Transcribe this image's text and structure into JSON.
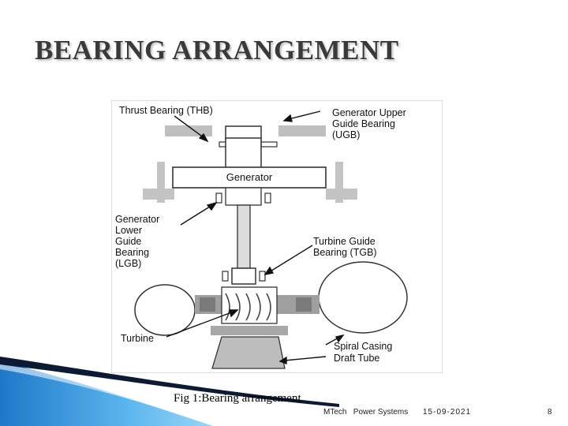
{
  "slide": {
    "title": "BEARING ARRANGEMENT"
  },
  "figure": {
    "labels": {
      "thrust_bearing": "Thrust Bearing (THB)",
      "ugb_line1": "Generator Upper",
      "ugb_line2": "Guide Bearing",
      "ugb_line3": "(UGB)",
      "generator": "Generator",
      "lgb_line1": "Generator",
      "lgb_line2": "Lower",
      "lgb_line3": "Guide",
      "lgb_line4": "Bearing",
      "lgb_line5": "(LGB)",
      "tgb_line1": "Turbine Guide",
      "tgb_line2": "Bearing (TGB)",
      "turbine": "Turbine",
      "spiral_casing": "Spiral Casing",
      "draft_tube": "Draft Tube"
    },
    "caption": "Fig 1:Bearing arrangement"
  },
  "footer": {
    "course": "MTech   Power Systems",
    "date": "15-09-2021",
    "page": "8"
  },
  "colors": {
    "accent_blue": "#2f8fd6",
    "dark_navy": "#0d1a33"
  }
}
